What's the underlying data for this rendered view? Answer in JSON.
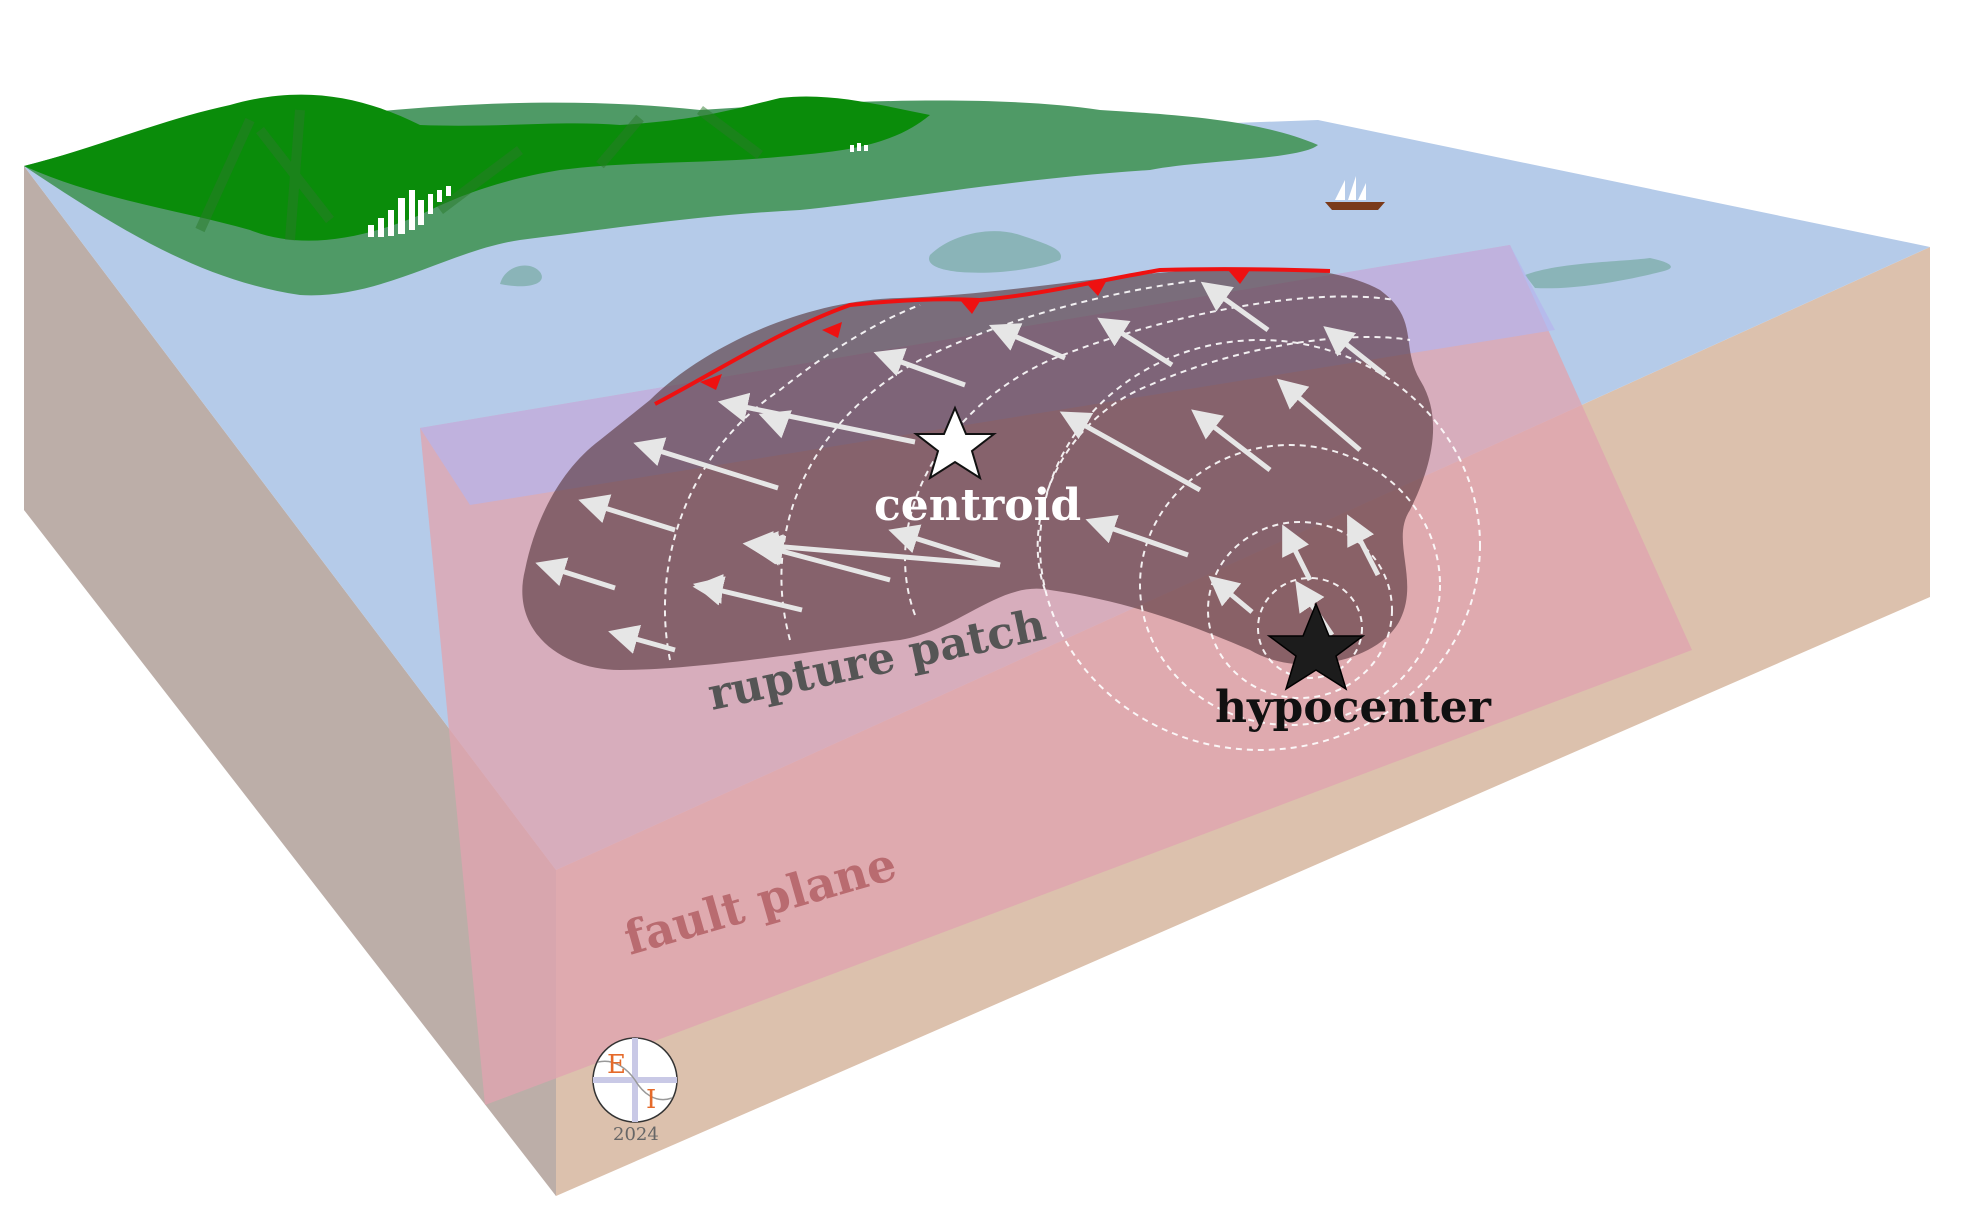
{
  "labels": {
    "centroid": "centroid",
    "hypocenter": "hypocenter",
    "rupture_patch": "rupture patch",
    "fault_plane": "fault plane"
  },
  "logo": {
    "letter_top": "E",
    "letter_bottom": "I",
    "year": "2024"
  },
  "colors": {
    "sky_sea": "#b5cbe9",
    "land_dark": "#0a8c0a",
    "land_light": "#4f9a66",
    "crust_left": "#bcaea8",
    "crust_front": "#dcc1ad",
    "fault_plane": "#e0a4b0",
    "rupture_patch": "#6b4a4f",
    "trench_line": "#ee1111",
    "slip_arrow": "#e6e6e6",
    "centroid_star": "#ffffff",
    "hypocenter_star": "#1c1c1c",
    "label_dark": "#111111",
    "label_rupture": "#555555",
    "label_fault": "#b96b70"
  }
}
